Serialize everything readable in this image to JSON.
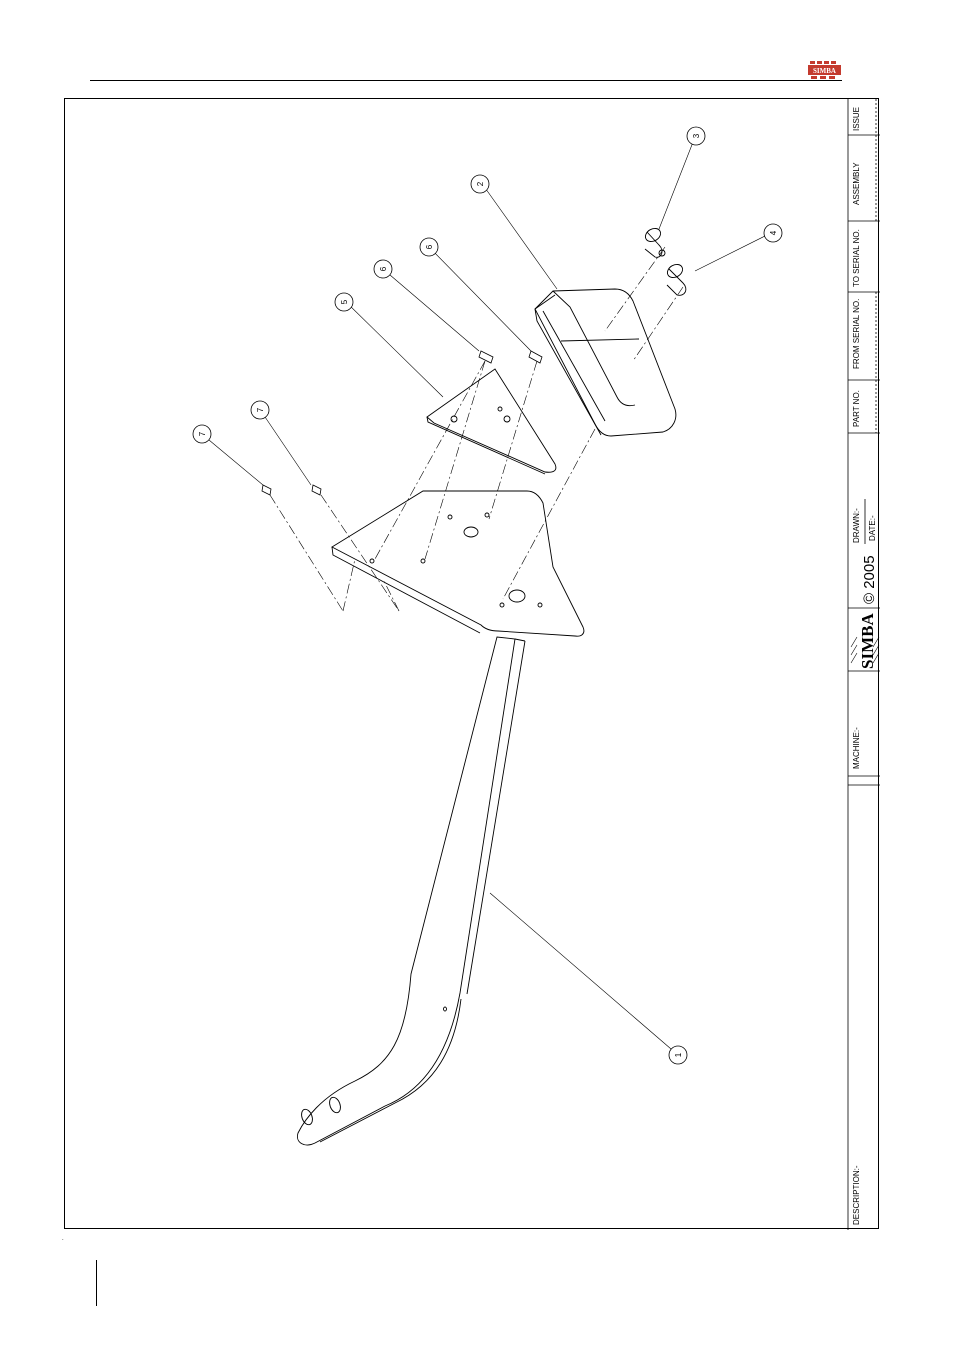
{
  "header": {
    "logo_text": "SIMBA",
    "colors": {
      "logo_red": "#c43a2e",
      "logo_dark": "#7a1e17"
    }
  },
  "title_block": {
    "issue_label": "ISSUE",
    "assembly_label": "ASSEMBLY",
    "to_serial_label": "TO SERIAL NO.",
    "from_serial_label": "FROM SERIAL NO.",
    "part_no_label": "PART NO.",
    "drawn_label": "DRAWN:-",
    "date_label": "DATE:-",
    "copyright": "© 2005",
    "brand": "SIMBA",
    "machine_label": "MACHINE:-",
    "description_label": "DESCRIPTION:-"
  },
  "balloons": [
    {
      "number": "1"
    },
    {
      "number": "2"
    },
    {
      "number": "3"
    },
    {
      "number": "4"
    },
    {
      "number": "5"
    },
    {
      "number": "6"
    },
    {
      "number": "6"
    },
    {
      "number": "7"
    },
    {
      "number": "7"
    }
  ]
}
